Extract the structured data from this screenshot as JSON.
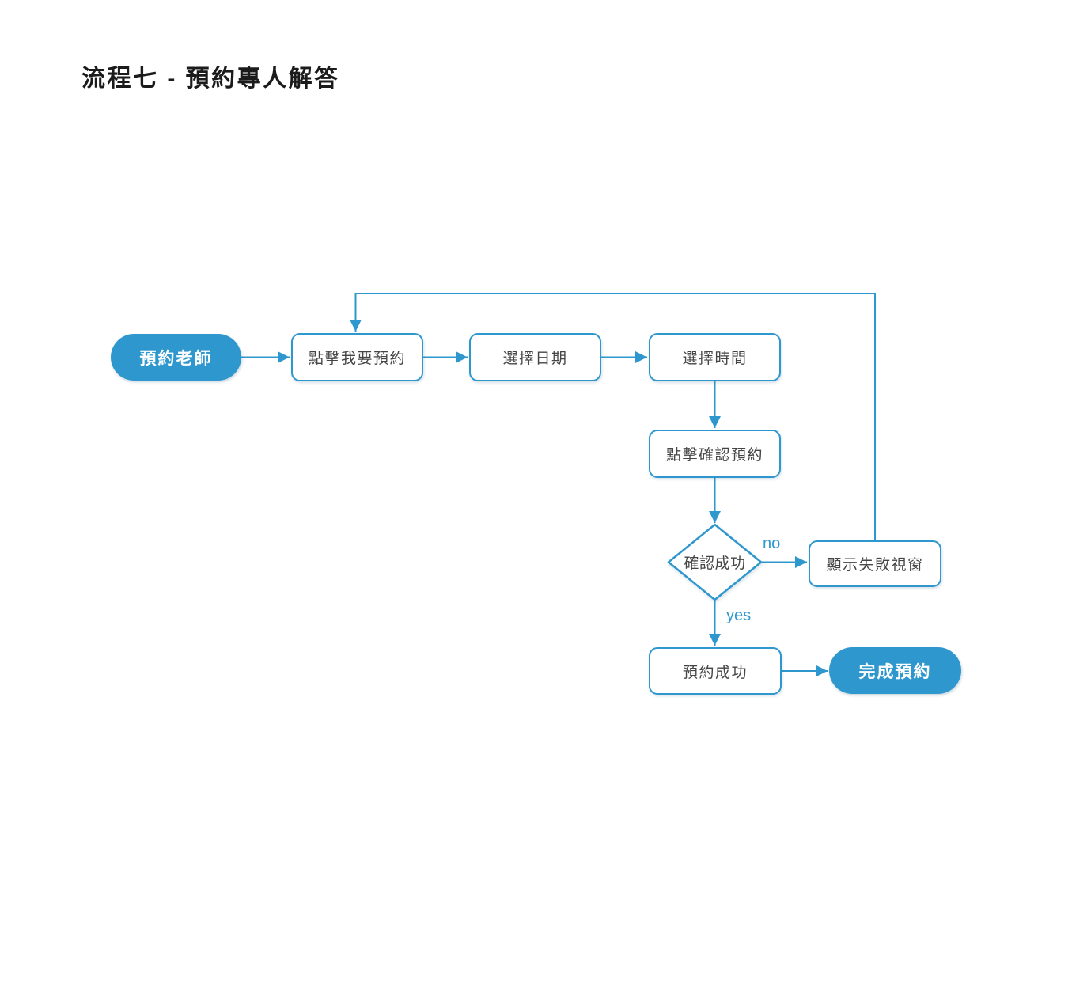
{
  "title": "流程七 - 預約專人解答",
  "colors": {
    "accent": "#2E97CE",
    "box_text": "#454545",
    "title_text": "#1B1B1B",
    "node_bg": "#FFFFFF"
  },
  "nodes": {
    "start": {
      "type": "terminator",
      "label": "預約老師"
    },
    "click_book": {
      "type": "process",
      "label": "點擊我要預約"
    },
    "select_date": {
      "type": "process",
      "label": "選擇日期"
    },
    "select_time": {
      "type": "process",
      "label": "選擇時間"
    },
    "click_confirm": {
      "type": "process",
      "label": "點擊確認預約"
    },
    "confirm_decision": {
      "type": "decision",
      "label": "確認成功"
    },
    "show_failure": {
      "type": "process",
      "label": "顯示失敗視窗"
    },
    "booking_success": {
      "type": "process",
      "label": "預約成功"
    },
    "end": {
      "type": "terminator",
      "label": "完成預約"
    }
  },
  "edges": [
    {
      "from": "start",
      "to": "click_book",
      "label": ""
    },
    {
      "from": "click_book",
      "to": "select_date",
      "label": ""
    },
    {
      "from": "select_date",
      "to": "select_time",
      "label": ""
    },
    {
      "from": "select_time",
      "to": "click_confirm",
      "label": ""
    },
    {
      "from": "click_confirm",
      "to": "confirm_decision",
      "label": ""
    },
    {
      "from": "confirm_decision",
      "to": "show_failure",
      "label": "no"
    },
    {
      "from": "confirm_decision",
      "to": "booking_success",
      "label": "yes"
    },
    {
      "from": "show_failure",
      "to": "click_book",
      "label": ""
    },
    {
      "from": "booking_success",
      "to": "end",
      "label": ""
    }
  ]
}
